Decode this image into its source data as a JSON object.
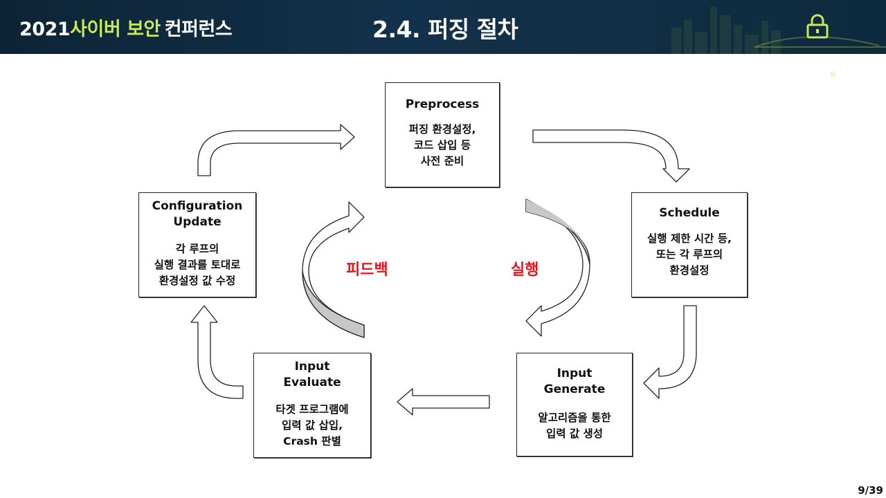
{
  "header": {
    "conf_year": "2021",
    "conf_highlight": "사이버 보안",
    "conf_rest": "컨퍼런스",
    "slide_title": "2.4. 퍼징 절차"
  },
  "steps": {
    "preprocess": {
      "name": "Preprocess",
      "desc": [
        "퍼징 환경설정,",
        "코드 삽입 등",
        "사전 준비"
      ]
    },
    "schedule": {
      "name": "Schedule",
      "desc": [
        "실행 제한 시간 등,",
        "또는 각 루프의",
        "환경설정"
      ]
    },
    "generate": {
      "name": [
        "Input",
        "Generate"
      ],
      "desc": [
        "알고리즘을 통한",
        "입력 값 생성"
      ]
    },
    "evaluate": {
      "name": [
        "Input",
        "Evaluate"
      ],
      "desc": [
        "타겟 프로그램에",
        "입력 값 삽입,",
        "Crash 판별"
      ]
    },
    "config": {
      "name": [
        "Configuration",
        "Update"
      ],
      "desc": [
        "각 루프의",
        "실행 결과를 토대로",
        "환경설정 값 수정"
      ]
    }
  },
  "center": {
    "feedback": "피드백",
    "execute": "실행"
  },
  "page": "9/39",
  "colors": {
    "header_bg": "#12314a",
    "highlight": "#c9e85a",
    "center_label": "#e8141c",
    "arrow_fill_gray": "#c8c8c8"
  },
  "icons": [
    "lock-icon",
    "city-skyline-graphic"
  ]
}
